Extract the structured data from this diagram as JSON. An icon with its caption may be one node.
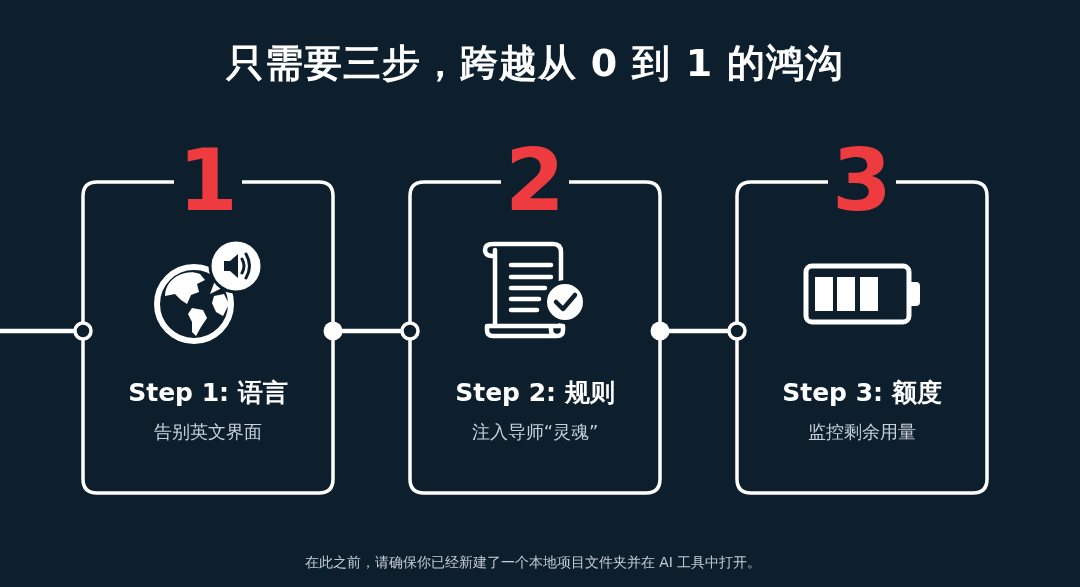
{
  "diagram": {
    "title": "只需要三步，跨越从 0 到 1 的鸿沟",
    "caption": "在此之前，请确保你已经新建了一个本地项目文件夹并在 AI 工具中打开。",
    "nodes": [
      {
        "text": [
          "1",
          "Step 1: 语言",
          "告别英文界面"
        ]
      },
      {
        "text": [
          "2",
          "Step 2: 规则",
          "注入导师“灵魂”"
        ]
      },
      {
        "text": [
          "3",
          "Step 3: 额度",
          "监控剩余用量"
        ]
      }
    ],
    "edges": [
      {
        "from": null,
        "to": 0,
        "arrow": "other"
      },
      {
        "from": 0,
        "to": 1,
        "arrow": "other"
      },
      {
        "from": 1,
        "to": 2,
        "arrow": "other"
      }
    ]
  }
}
